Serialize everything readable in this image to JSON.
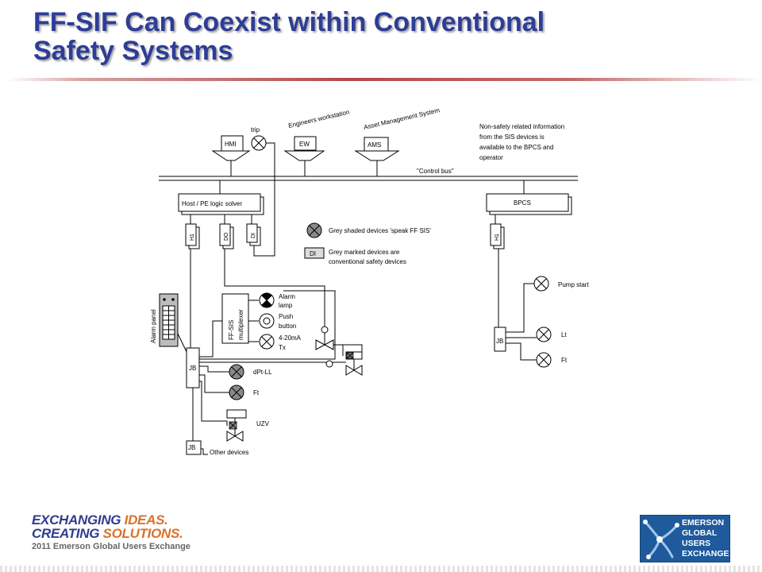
{
  "slide": {
    "title_line1": "FF-SIF Can Coexist within Conventional",
    "title_line2": "Safety Systems"
  },
  "diagram": {
    "labels": {
      "hmi": "HMI",
      "trip": "trip",
      "ew": "EW",
      "engineers_ws": "Engineers workstation",
      "ams": "AMS",
      "asset_mgmt": "Asset Management System",
      "note1": [
        "Non-safety related information",
        "from the SIS devices is",
        "available to the BPCS and",
        "operator"
      ],
      "control_bus": "\"Control bus\"",
      "host": "Host / PE logic solver",
      "bpcs": "BPCS",
      "h1_left": "H1",
      "do": "DO",
      "di": "DI",
      "h1_right": "H1",
      "legend_grey": "Grey shaded devices 'speak FF SIS'",
      "legend_di": "DI",
      "legend_marked": [
        "Grey marked devices are",
        "conventional safety devices"
      ],
      "alarm_panel": "Alarm panel",
      "ff_sis_line1": "FF-SIS",
      "ff_sis_line2": "multiplexer",
      "alarm_lamp": [
        "Alarm",
        "lamp"
      ],
      "push_button": [
        "Push",
        "button"
      ],
      "tx": [
        "4-20mA",
        "Tx"
      ],
      "jb_main": "JB",
      "dpt": "dPt-LL",
      "ft_left": "Ft",
      "uzv": "UZV",
      "jb_bottom": "JB",
      "other_devices": "Other devices",
      "pump_start": "Pump start",
      "jb_right": "JB",
      "lt": "Lt",
      "ft_right": "Ft"
    }
  },
  "footer": {
    "line1a": "EXCHANGING ",
    "line1b": "IDEAS.",
    "line2a": "CREATING ",
    "line2b": "SOLUTIONS.",
    "line3": "2011 Emerson Global Users Exchange",
    "logo": [
      "EMERSON",
      "GLOBAL",
      "USERS",
      "EXCHANGE"
    ]
  },
  "colors": {
    "title": "#2e3d96",
    "accent_orange": "#d9722a",
    "logo_blue": "#1e5a9c",
    "device_grey": "#8a8a8a"
  }
}
